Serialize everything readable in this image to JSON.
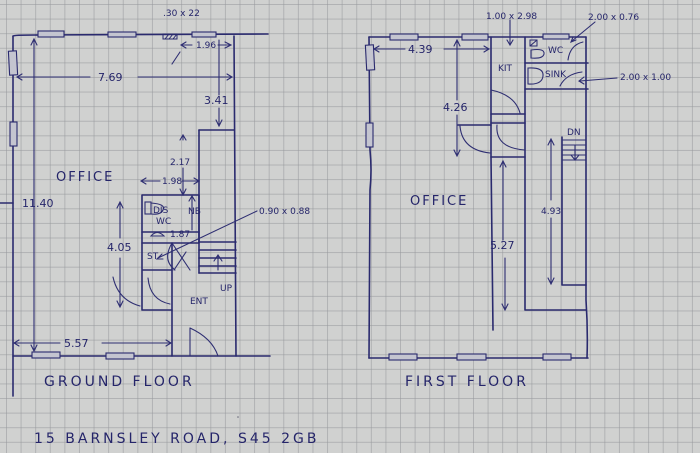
{
  "address": "15 BARNSLEY ROAD, S45 2GB",
  "paper": {
    "background": "#d0d1d0",
    "grid_line": "#96989c",
    "ink": "#2a2a6e"
  },
  "ground_floor": {
    "title": "GROUND FLOOR",
    "rooms": {
      "office": "OFFICE",
      "dis_wc_line1": "DIS",
      "dis_wc_line2": "WC",
      "store": "ST",
      "entrance": "ENT",
      "stairs": "UP"
    },
    "dimensions": {
      "window_small": ".30 x 22",
      "corridor_width": "1.96",
      "overall_width": "7.69",
      "corridor_length": "3.41",
      "overall_length": "11.40",
      "wc_offset": "2.17",
      "wc_width": "1.98",
      "wc_depth": "NB",
      "wc_inner": "1.87",
      "store_size": "0.90 x 0.88",
      "office_depth": "4.05",
      "office_front_width": "5.57"
    }
  },
  "first_floor": {
    "title": "FIRST FLOOR",
    "rooms": {
      "office": "OFFICE",
      "kitchen": "KIT",
      "wc": "WC",
      "sink": "SINK",
      "stairs": "DN"
    },
    "dimensions": {
      "office_width": "4.39",
      "kitchen_size": "1.00 x 2.98",
      "wc_size": "2.00 x 0.76",
      "sink_size": "2.00 x 1.00",
      "office_upper_depth": "4.26",
      "office_lower_depth": "5.27",
      "landing_length": "4.93"
    }
  }
}
